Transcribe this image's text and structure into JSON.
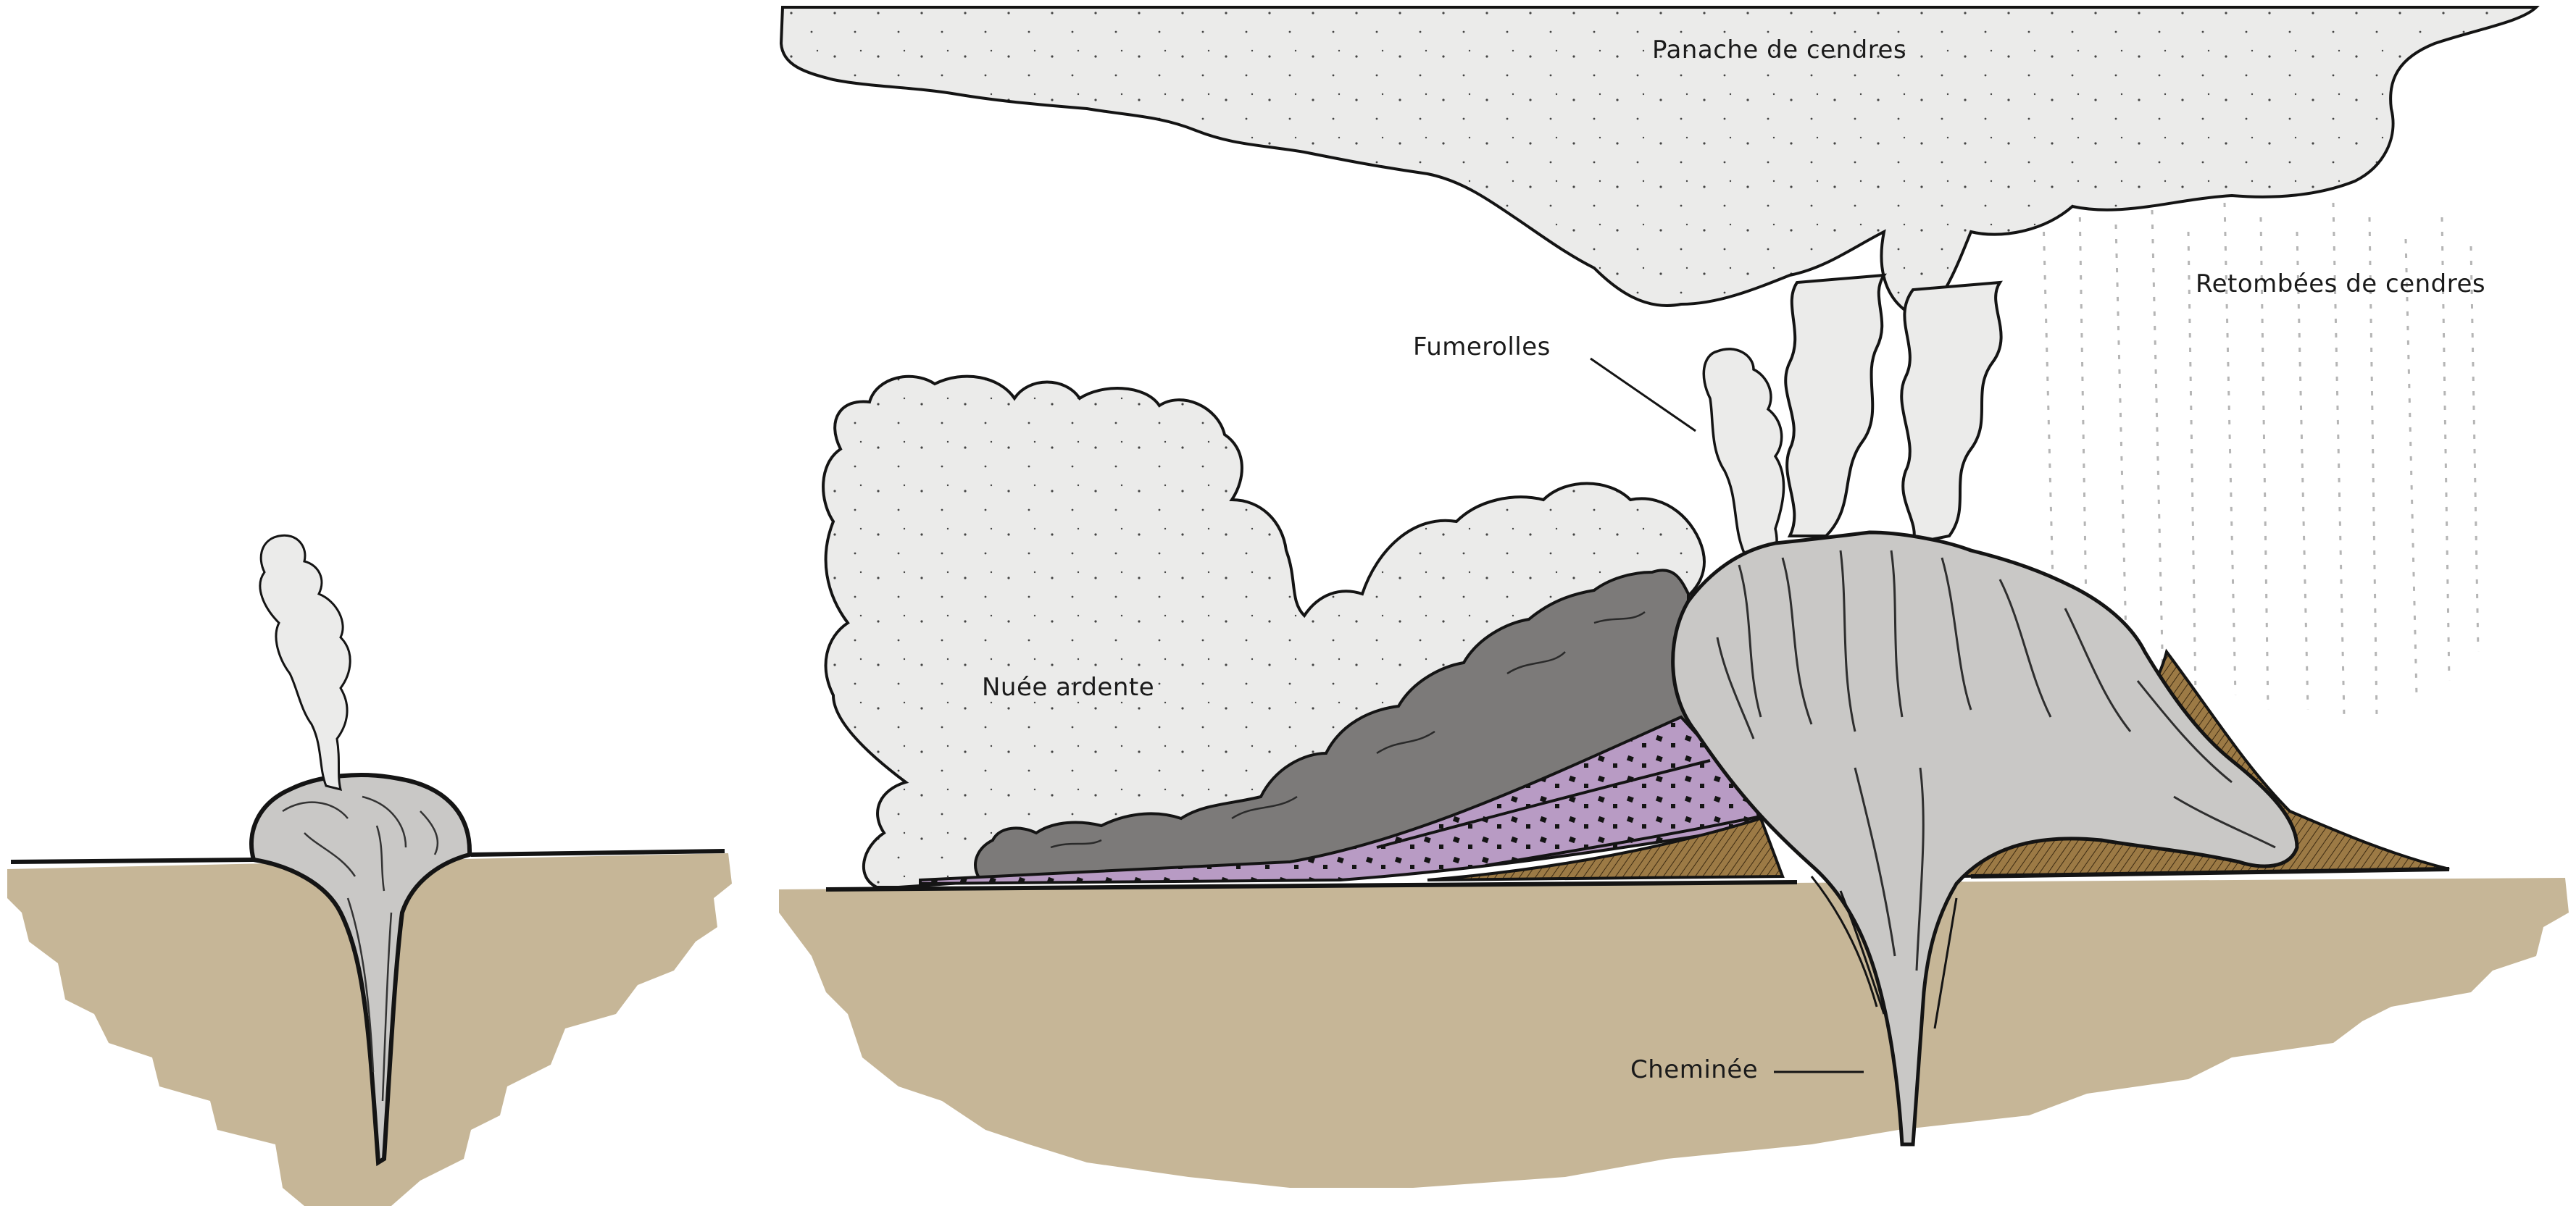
{
  "labels": {
    "ash_plume": "Panache de cendres",
    "ash_fall": "Retombées de cendres",
    "fumaroles": "Fumerolles",
    "glowing_cloud": "Nuée ardente",
    "vent": "Cheminée"
  },
  "colors": {
    "ground": "#c6b697",
    "smoke": "#ebebea",
    "dome": "#c9c8c6",
    "dark_flow": "#7c7a79",
    "purple_layer": "#b89bc4",
    "brown_layer": "#9c7a45",
    "outline": "#141414"
  }
}
